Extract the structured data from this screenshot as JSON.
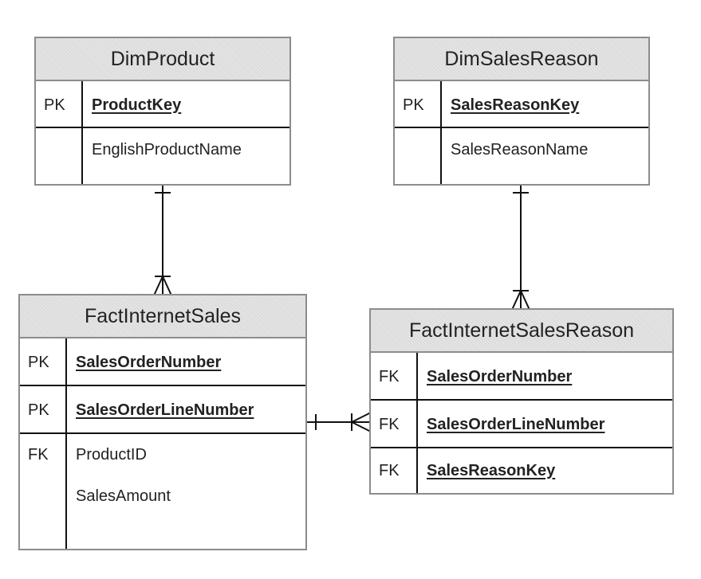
{
  "entities": {
    "dim_product": {
      "title": "DimProduct",
      "rows": [
        {
          "key": "PK",
          "attributes": [
            "ProductKey"
          ],
          "is_key": true
        },
        {
          "key": "",
          "attributes": [
            "EnglishProductName"
          ],
          "is_key": false
        }
      ]
    },
    "dim_sales_reason": {
      "title": "DimSalesReason",
      "rows": [
        {
          "key": "PK",
          "attributes": [
            "SalesReasonKey"
          ],
          "is_key": true
        },
        {
          "key": "",
          "attributes": [
            "SalesReasonName"
          ],
          "is_key": false
        }
      ]
    },
    "fact_internet_sales": {
      "title": "FactInternetSales",
      "rows": [
        {
          "key": "PK",
          "attributes": [
            "SalesOrderNumber"
          ],
          "is_key": true
        },
        {
          "key": "PK",
          "attributes": [
            "SalesOrderLineNumber"
          ],
          "is_key": true
        },
        {
          "key": "FK",
          "attributes": [
            "ProductID",
            "SalesAmount"
          ],
          "is_key": false
        }
      ]
    },
    "fact_internet_sales_reason": {
      "title": "FactInternetSalesReason",
      "rows": [
        {
          "key": "FK",
          "attributes": [
            "SalesOrderNumber"
          ],
          "is_key": true
        },
        {
          "key": "FK",
          "attributes": [
            "SalesOrderLineNumber"
          ],
          "is_key": true
        },
        {
          "key": "FK",
          "attributes": [
            "SalesReasonKey"
          ],
          "is_key": true
        }
      ]
    }
  },
  "relationships": [
    {
      "from": "DimProduct",
      "to": "FactInternetSales",
      "from_cardinality": "one-and-only-one",
      "to_cardinality": "one-or-many"
    },
    {
      "from": "DimSalesReason",
      "to": "FactInternetSalesReason",
      "from_cardinality": "one-and-only-one",
      "to_cardinality": "one-or-many"
    },
    {
      "from": "FactInternetSales",
      "to": "FactInternetSalesReason",
      "from_cardinality": "one-and-only-one",
      "to_cardinality": "one-or-many"
    }
  ],
  "colors": {
    "header_fill": "#e4e4e4",
    "entity_border": "#8c8c8c",
    "divider": "#111111",
    "text": "#222222"
  }
}
